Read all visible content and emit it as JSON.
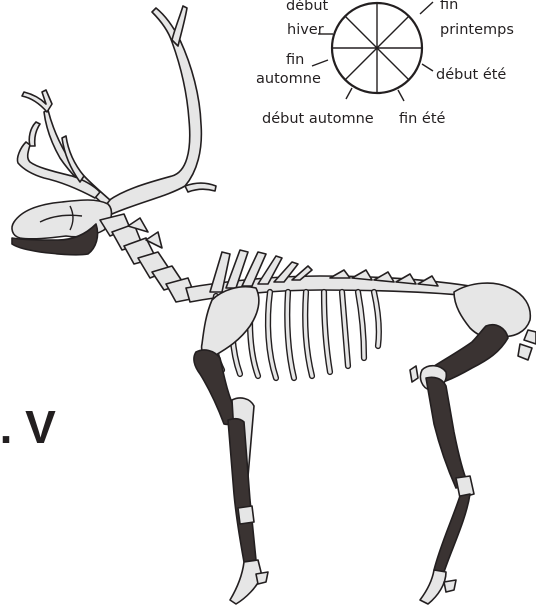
{
  "seasons": [
    {
      "id": "debut_hiver_1",
      "text": "début"
    },
    {
      "id": "debut_hiver_2",
      "text": "hiver"
    },
    {
      "id": "fin_printemps_1",
      "text": "fin"
    },
    {
      "id": "fin_printemps_2",
      "text": "printemps"
    },
    {
      "id": "fin_automne_1",
      "text": "fin"
    },
    {
      "id": "fin_automne_2",
      "text": "automne"
    },
    {
      "id": "debut_ete",
      "text": "début été"
    },
    {
      "id": "debut_automne",
      "text": "début automne"
    },
    {
      "id": "fin_ete",
      "text": "fin été"
    }
  ],
  "fragment_text": "c. V",
  "colors": {
    "bone_fill": "#e6e6e6",
    "dark_bone": "#3a3332",
    "outline": "#231f20"
  }
}
